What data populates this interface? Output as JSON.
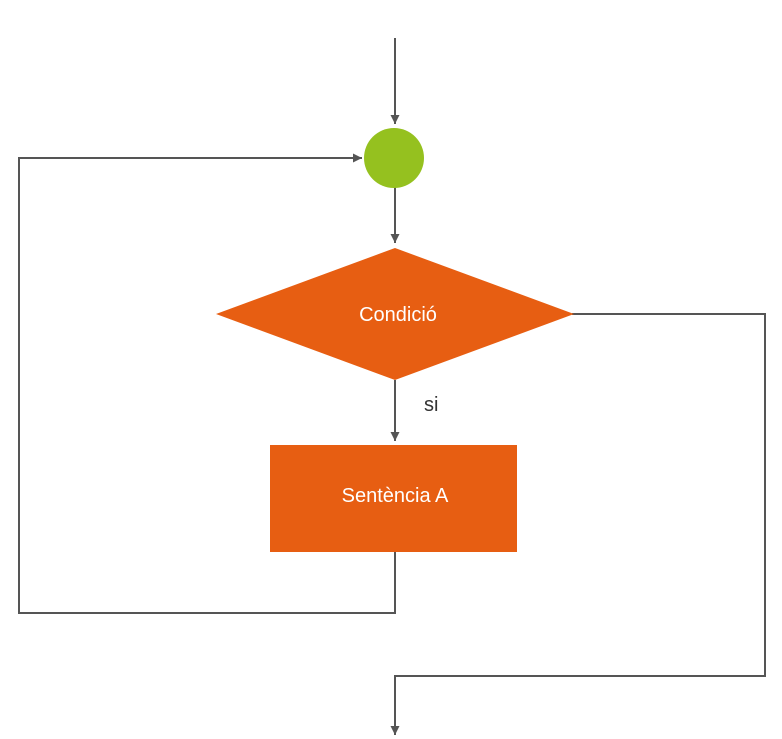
{
  "diagram": {
    "nodes": {
      "merge_point": {
        "shape": "circle"
      },
      "condition": {
        "shape": "diamond",
        "label": "Condició"
      },
      "statement": {
        "shape": "rectangle",
        "label": "Sentència A"
      }
    },
    "edges": {
      "entry": {
        "from": "start",
        "to": "merge_point"
      },
      "to_condition": {
        "from": "merge_point",
        "to": "condition"
      },
      "yes_branch": {
        "from": "condition",
        "to": "statement",
        "label": "si"
      },
      "loop_back": {
        "from": "statement",
        "to": "merge_point"
      },
      "exit": {
        "from": "condition",
        "to": "end"
      }
    }
  },
  "colors": {
    "line": "#555555",
    "merge_point": "#95c11f",
    "shape_fill": "#e75e12",
    "label_text": "#ffffff",
    "edge_label_text": "#333333"
  }
}
